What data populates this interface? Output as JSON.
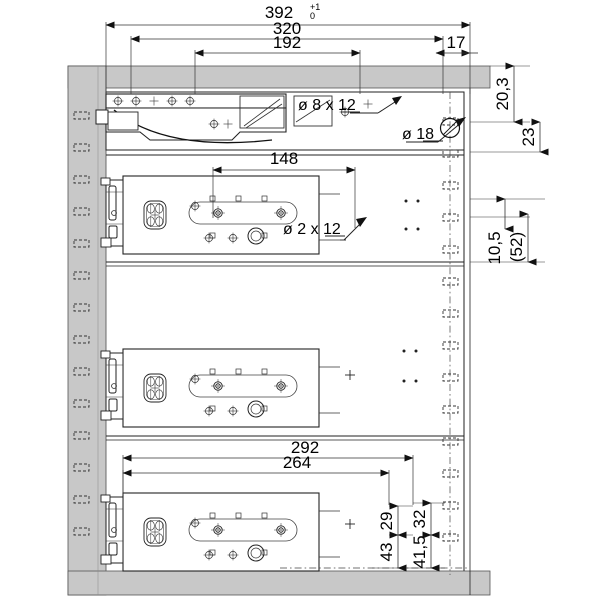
{
  "drawing": {
    "title": "Cabinet side panel drilling pattern - drawer runner installation",
    "type": "engineering-dimension-drawing",
    "units": "mm",
    "colors": {
      "panel_gray": "#c8c8c8",
      "line": "#1a1a1a",
      "thin_line": "#555555",
      "background": "#ffffff"
    }
  },
  "dimensions": {
    "horizontal_top": [
      {
        "id": "dim-392",
        "value": "392",
        "tol_upper": "+1",
        "tol_lower": "0",
        "has_tolerance": true
      },
      {
        "id": "dim-320",
        "value": "320",
        "has_tolerance": false
      },
      {
        "id": "dim-192",
        "value": "192",
        "has_tolerance": false
      },
      {
        "id": "dim-17",
        "value": "17",
        "has_tolerance": false
      }
    ],
    "horizontal_mid": [
      {
        "id": "dim-148",
        "value": "148"
      }
    ],
    "horizontal_bottom": [
      {
        "id": "dim-292",
        "value": "292"
      },
      {
        "id": "dim-264",
        "value": "264"
      }
    ],
    "vertical_right": [
      {
        "id": "dim-20-3",
        "value": "20,3"
      },
      {
        "id": "dim-23",
        "value": "23"
      },
      {
        "id": "dim-10-5",
        "value": "10,5"
      },
      {
        "id": "dim-52",
        "value": "(52)"
      }
    ],
    "vertical_bottom": [
      {
        "id": "dim-29",
        "value": "29"
      },
      {
        "id": "dim-43",
        "value": "43"
      },
      {
        "id": "dim-32",
        "value": "32"
      },
      {
        "id": "dim-41-5",
        "value": "41,5"
      }
    ]
  },
  "callouts": [
    {
      "id": "callout-d8x12",
      "text": "ø 8 x 12",
      "underlined_part": "12"
    },
    {
      "id": "callout-d18",
      "text": "ø 18",
      "underlined_part": "18"
    },
    {
      "id": "callout-d2x12",
      "text": "ø 2 x 12",
      "underlined_part": "12"
    }
  ]
}
